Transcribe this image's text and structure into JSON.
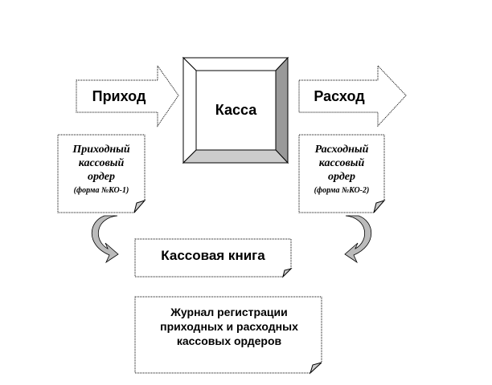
{
  "diagram": {
    "income_arrow": "Приход",
    "cash_box": "Касса",
    "expense_arrow": "Расход",
    "income_order": {
      "line1": "Приходный",
      "line2": "кассовый",
      "line3": "ордер",
      "form": "(форма №КО-1)"
    },
    "expense_order": {
      "line1": "Расходный",
      "line2": "кассовый",
      "line3": "ордер",
      "form": "(форма №КО-2)"
    },
    "cash_book": "Кассовая книга",
    "journal": "Журнал регистрации приходных и расходных кассовых ордеров"
  }
}
